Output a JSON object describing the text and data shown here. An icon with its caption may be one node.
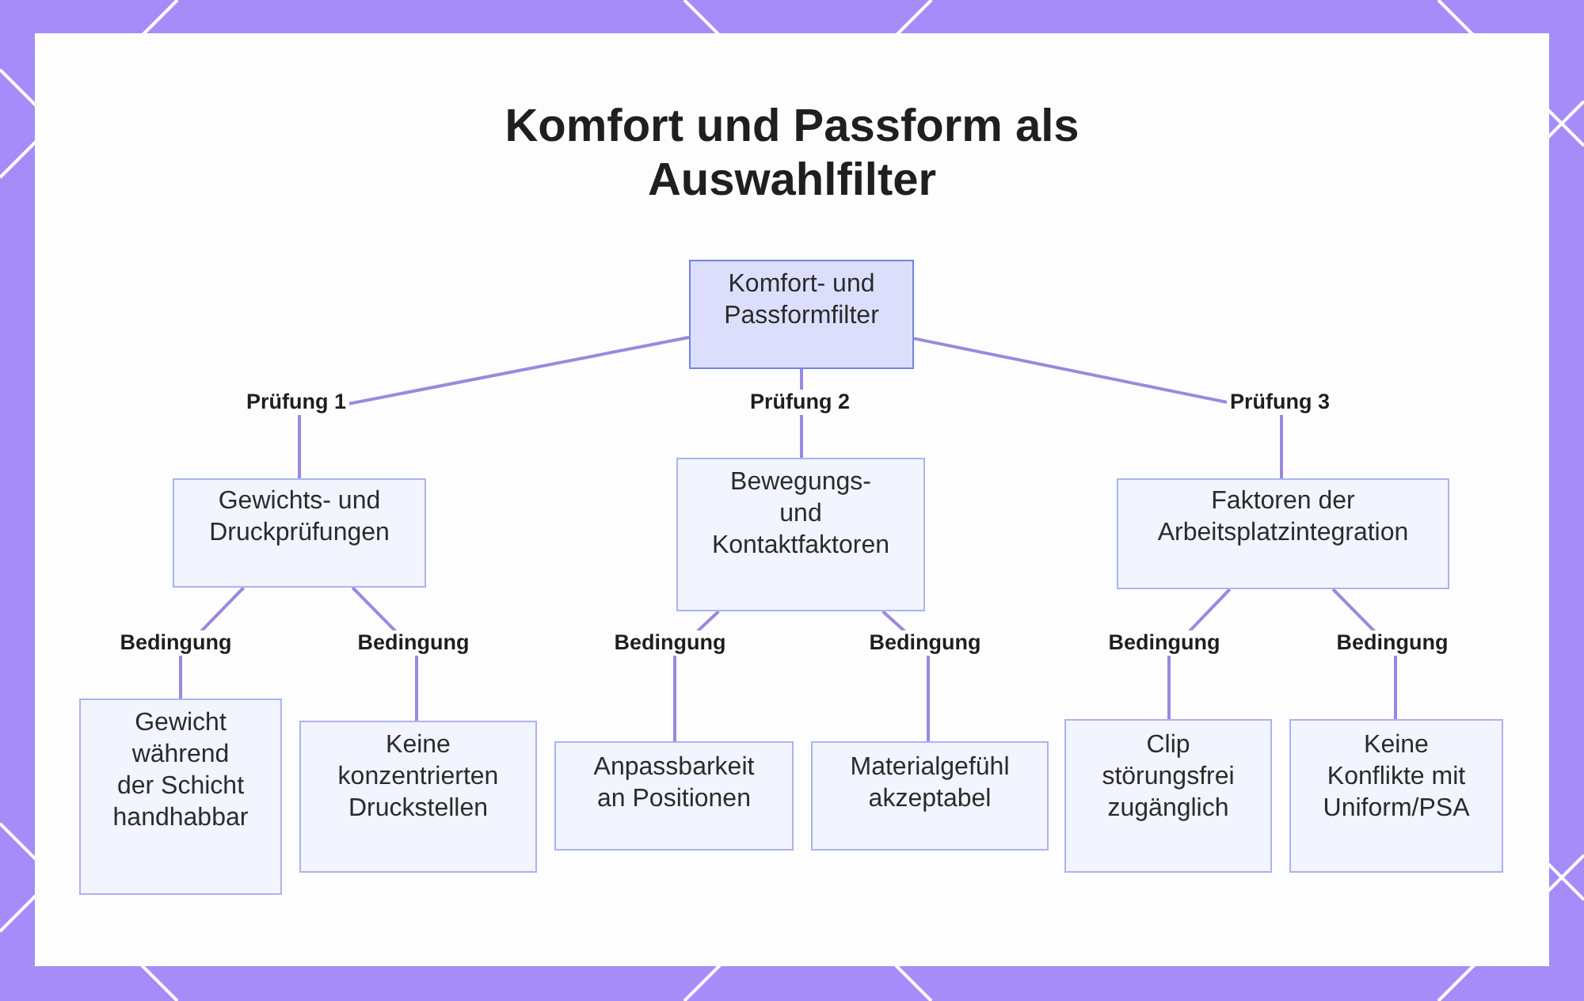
{
  "diagram": {
    "title": "Komfort und Passform als Auswahlfilter",
    "nodes": [
      {
        "text": [
          "Komfort- und Passformfilter"
        ]
      },
      {
        "text": [
          "Gewichts- und Druckprüfungen"
        ]
      },
      {
        "text": [
          "Bewegungs- und Kontaktfaktoren"
        ]
      },
      {
        "text": [
          "Faktoren der Arbeitsplatzintegration"
        ]
      },
      {
        "text": [
          "Gewicht während der Schicht handhabbar"
        ]
      },
      {
        "text": [
          "Keine konzentrierten Druckstellen"
        ]
      },
      {
        "text": [
          "Anpassbarkeit an Positionen"
        ]
      },
      {
        "text": [
          "Materialgefühl akzeptabel"
        ]
      },
      {
        "text": [
          "Clip störungsfrei zugänglich"
        ]
      },
      {
        "text": [
          "Keine Konflikte mit Uniform/PSA"
        ]
      }
    ],
    "edges": [
      {
        "from": 0,
        "to": 1,
        "arrow": "none",
        "label": "Prüfung 1"
      },
      {
        "from": 0,
        "to": 2,
        "arrow": "none",
        "label": "Prüfung 2"
      },
      {
        "from": 0,
        "to": 3,
        "arrow": "none",
        "label": "Prüfung 3"
      },
      {
        "from": 1,
        "to": 4,
        "arrow": "none",
        "label": "Bedingung"
      },
      {
        "from": 1,
        "to": 5,
        "arrow": "none",
        "label": "Bedingung"
      },
      {
        "from": 2,
        "to": 6,
        "arrow": "none",
        "label": "Bedingung"
      },
      {
        "from": 2,
        "to": 7,
        "arrow": "none",
        "label": "Bedingung"
      },
      {
        "from": 3,
        "to": 8,
        "arrow": "none",
        "label": "Bedingung"
      },
      {
        "from": 3,
        "to": 9,
        "arrow": "none",
        "label": "Bedingung"
      }
    ]
  }
}
